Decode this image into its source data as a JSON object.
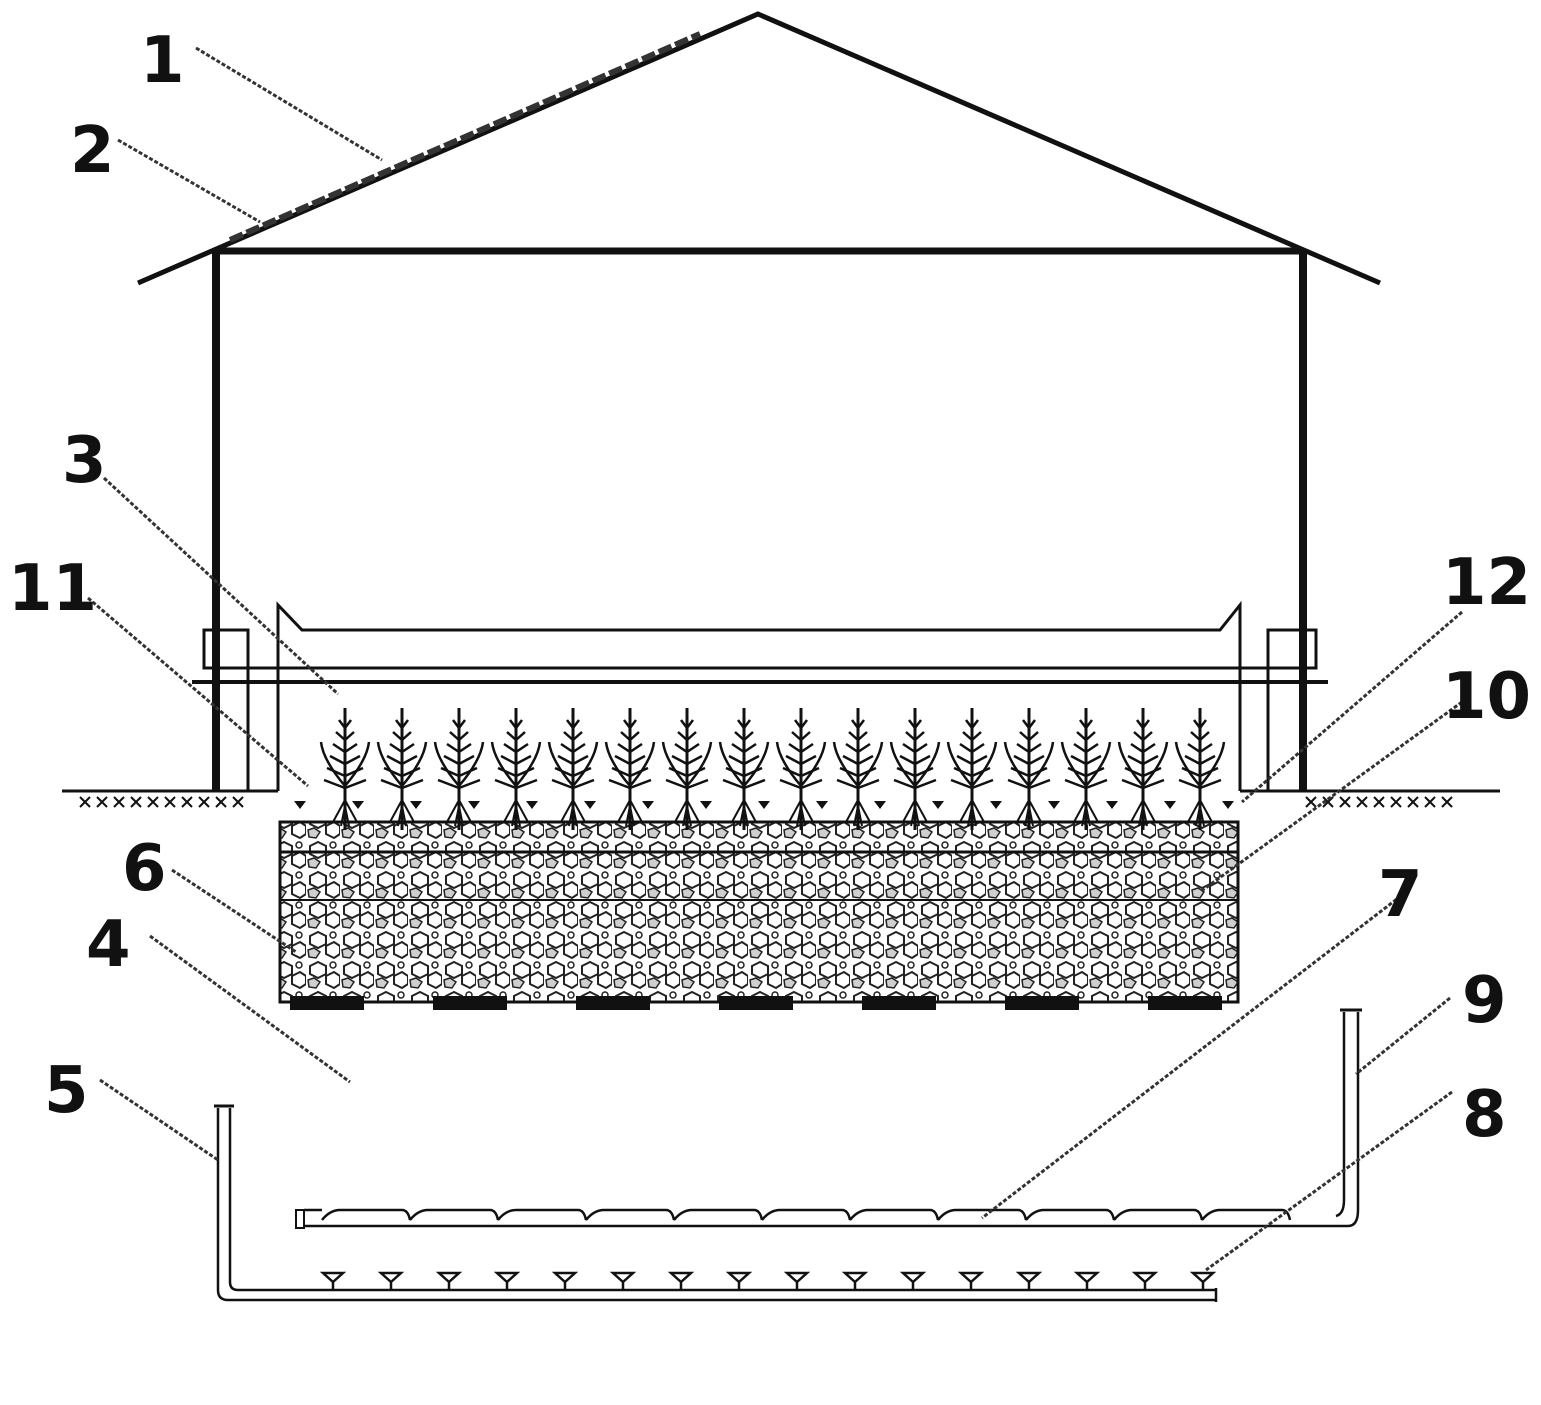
{
  "labels": {
    "l1": "1",
    "l2": "2",
    "l3": "3",
    "l4": "4",
    "l5": "5",
    "l6": "6",
    "l7": "7",
    "l8": "8",
    "l9": "9",
    "l10": "10",
    "l11": "11",
    "l12": "12"
  },
  "colors": {
    "ink": "#111111",
    "gravel": "#d9d9d9"
  },
  "counts": {
    "plants": 16,
    "support_blocks": 7,
    "aerators": 16,
    "pipe_segments": 11
  }
}
